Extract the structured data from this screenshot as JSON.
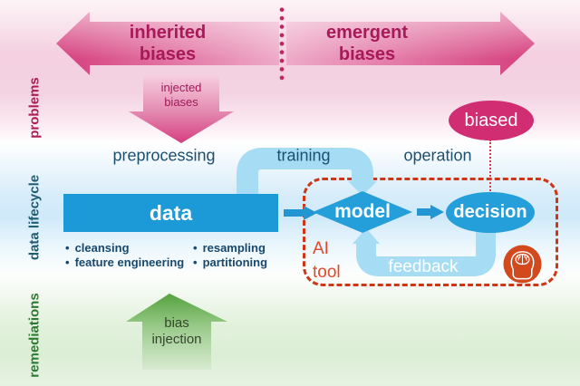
{
  "side_labels": {
    "problems": "problems",
    "data_lifecycle": "data lifecycle",
    "remediations": "remediations"
  },
  "banner": {
    "inherited": {
      "line1": "inherited",
      "line2": "biases"
    },
    "emergent": {
      "line1": "emergent",
      "line2": "biases"
    }
  },
  "injected_arrow": {
    "line1": "injected",
    "line2": "biases"
  },
  "bias_injection_arrow": {
    "line1": "bias",
    "line2": "injection"
  },
  "stages": {
    "preprocessing": "preprocessing",
    "training": "training",
    "operation": "operation"
  },
  "pipeline": {
    "data": "data",
    "model": "model",
    "decision": "decision",
    "feedback": "feedback",
    "biased": "biased",
    "ai_tool": {
      "line1": "AI",
      "line2": "tool"
    }
  },
  "data_operations": {
    "bullet": "•",
    "column1": [
      "cleansing",
      "feature engineering"
    ],
    "column2": [
      "resampling",
      "partitioning"
    ]
  },
  "icons": {
    "head_brain_icon": "human head with brain"
  },
  "colors": {
    "banner_pink_dark": "#d53d7c",
    "banner_pink_light": "#f3c4d8",
    "magenta_text": "#a8195a",
    "blue_shape": "#259fd9",
    "light_blue_arc": "#a6dcf4",
    "dark_blue_text": "#1d4f70",
    "dashed_border_red": "#cf3517",
    "ai_tool_red": "#e2492c",
    "biased_oval_pink": "#d02d73",
    "remediation_green": "#55a23f",
    "problems_label_color": "#ad1d52",
    "lifecycle_label_color": "#215d72",
    "remediations_label_color": "#2e7a33",
    "head_icon_orange": "#d2491e"
  }
}
